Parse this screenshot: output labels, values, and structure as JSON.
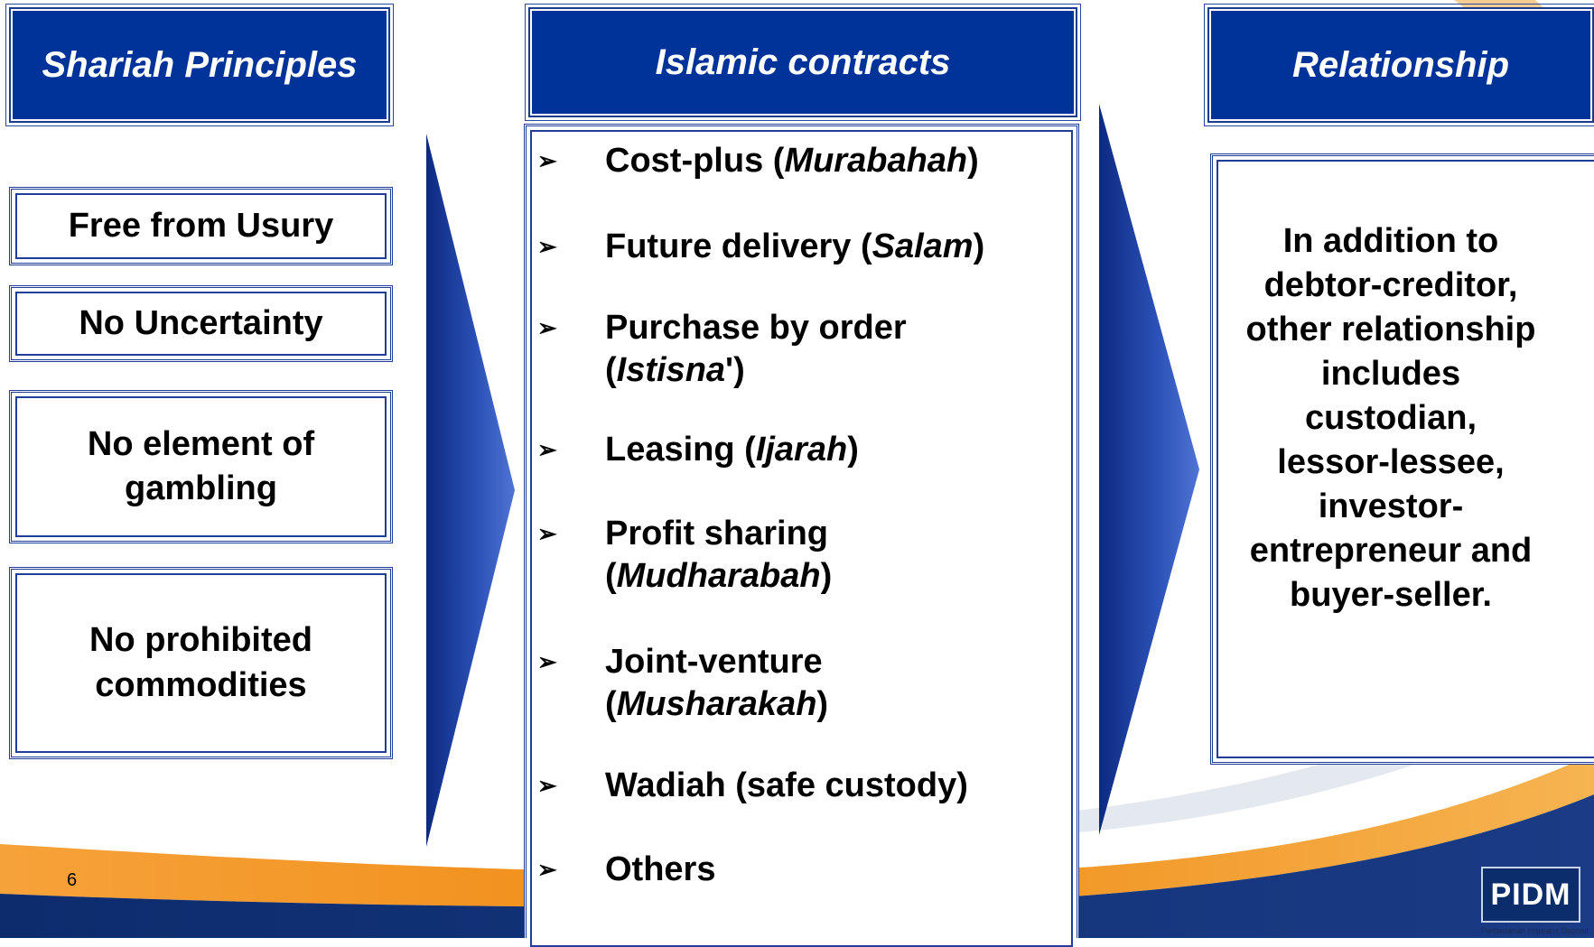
{
  "headers": {
    "shariah": "Shariah Principles",
    "contracts": "Islamic contracts",
    "relationship": "Relationship"
  },
  "principles": [
    "Free from Usury",
    "No Uncertainty",
    "No element of\ngambling",
    "No prohibited\ncommodities"
  ],
  "contracts": [
    {
      "pre": "Cost-plus (",
      "italic": "Murabahah",
      "post": ")",
      "line2_pre": "",
      "line2_italic": "",
      "line2_post": ""
    },
    {
      "pre": "Future delivery (",
      "italic": "Salam",
      "post": ")",
      "line2_pre": "",
      "line2_italic": "",
      "line2_post": ""
    },
    {
      "pre": "Purchase by order",
      "italic": "",
      "post": "",
      "line2_pre": "(",
      "line2_italic": "Istisna",
      "line2_post": "')"
    },
    {
      "pre": "Leasing (",
      "italic": "Ijarah",
      "post": ")",
      "line2_pre": "",
      "line2_italic": "",
      "line2_post": ""
    },
    {
      "pre": "Profit sharing",
      "italic": "",
      "post": "",
      "line2_pre": "(",
      "line2_italic": "Mudharabah",
      "line2_post": ")"
    },
    {
      "pre": "Joint-venture",
      "italic": "",
      "post": "",
      "line2_pre": "(",
      "line2_italic": "Musharakah",
      "line2_post": ")"
    },
    {
      "pre": "Wadiah (safe custody)",
      "italic": "",
      "post": "",
      "line2_pre": "",
      "line2_italic": "",
      "line2_post": ""
    },
    {
      "pre": "Others",
      "italic": "",
      "post": "",
      "line2_pre": "",
      "line2_italic": "",
      "line2_post": ""
    }
  ],
  "bullet_glyph": "➢",
  "relationship_lines": [
    "In addition to",
    "debtor-creditor,",
    "other relationship",
    "includes",
    "custodian,",
    "lessor-lessee,",
    "investor-",
    "entrepreneur and",
    "buyer-seller."
  ],
  "page_number": "6",
  "logo": {
    "text": "PIDM",
    "subtitle": "Perbadanan Insurans Deposit"
  },
  "colors": {
    "header_blue": "#003399",
    "arrow_blue": "#1f3f9e",
    "swoosh_orange": "#f29a1f"
  }
}
